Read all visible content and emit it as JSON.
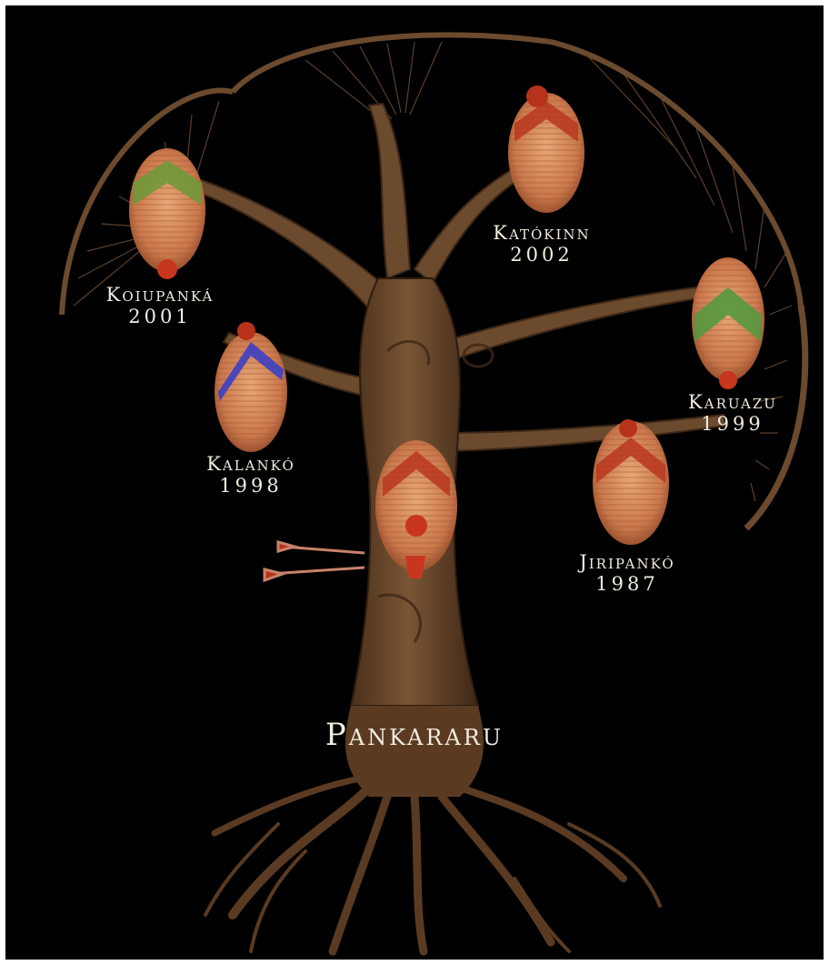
{
  "root": {
    "name": "Pankararu"
  },
  "branches": [
    {
      "id": "koiupanka",
      "name": "Koiupanká",
      "year": "2001",
      "band_color": "#6b9a3a"
    },
    {
      "id": "katokinn",
      "name": "Katókinn",
      "year": "2002",
      "band_color": "#b8321c"
    },
    {
      "id": "karuazu",
      "name": "Karuazu",
      "year": "1999",
      "band_color": "#4f9a3e"
    },
    {
      "id": "kalanko",
      "name": "Kalankó",
      "year": "1998",
      "band_color": "#3c3fc4"
    },
    {
      "id": "jiripanko",
      "name": "Jiripankó",
      "year": "1987",
      "band_color": "#b8321c"
    }
  ],
  "colors": {
    "background": "#000000",
    "trunk": "#6b4a2e",
    "trunk_dark": "#3e2716",
    "text": "#f2ece0",
    "mask_straw": "#d79a6a",
    "mask_red": "#c8361f"
  }
}
